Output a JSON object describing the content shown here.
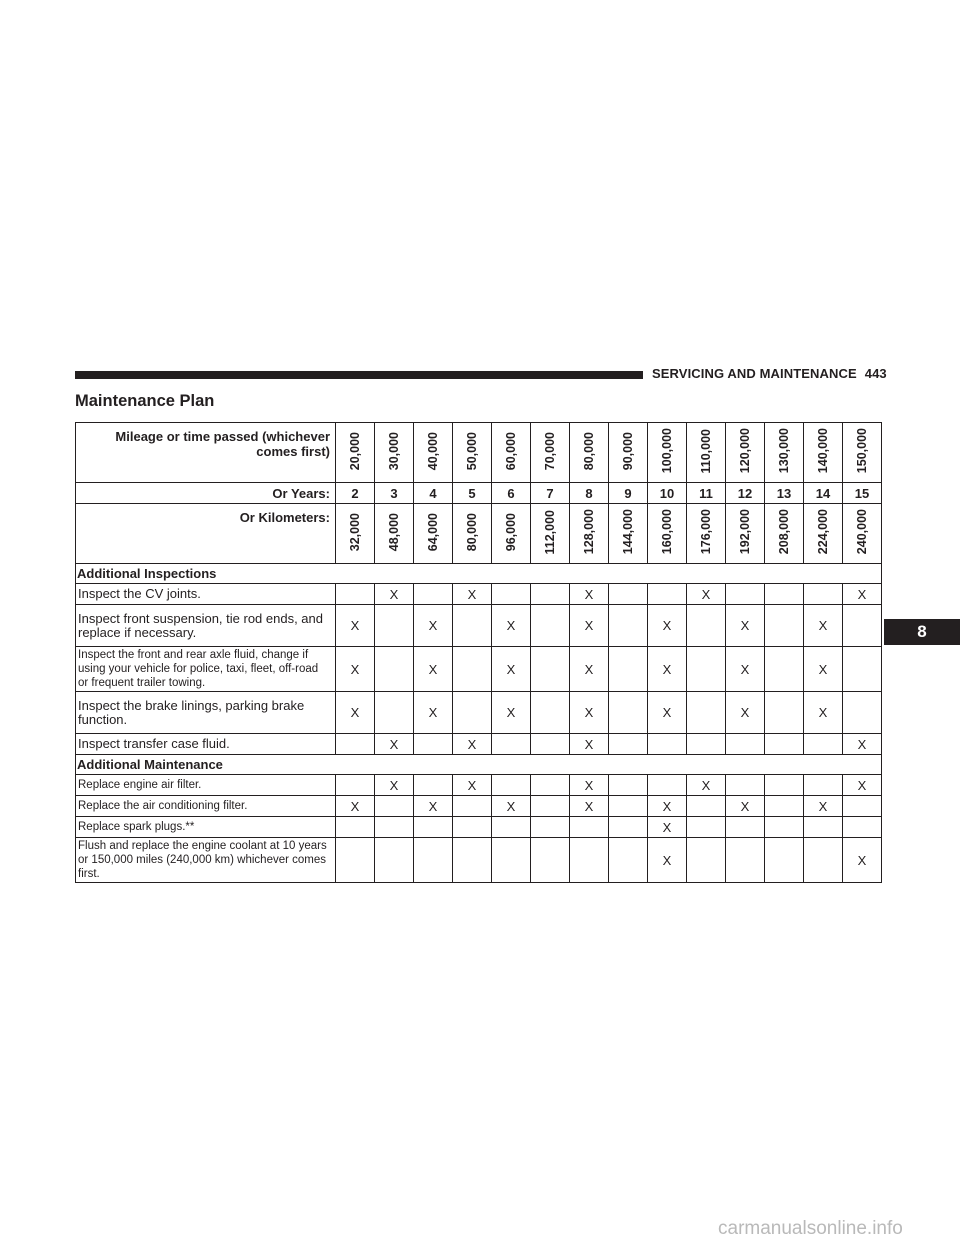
{
  "header": {
    "section": "SERVICING AND MAINTENANCE",
    "page_number": "443"
  },
  "title": "Maintenance Plan",
  "table": {
    "mileage_label": "Mileage or time passed (whichever comes first)",
    "mileage_label_line1": "Mileage or time passed (whichever",
    "mileage_label_line2": "comes first)",
    "miles": [
      "20,000",
      "30,000",
      "40,000",
      "50,000",
      "60,000",
      "70,000",
      "80,000",
      "90,000",
      "100,000",
      "110,000",
      "120,000",
      "130,000",
      "140,000",
      "150,000"
    ],
    "years_label": "Or Years:",
    "years": [
      "2",
      "3",
      "4",
      "5",
      "6",
      "7",
      "8",
      "9",
      "10",
      "11",
      "12",
      "13",
      "14",
      "15"
    ],
    "km_label": "Or Kilometers:",
    "kilometers": [
      "32,000",
      "48,000",
      "64,000",
      "80,000",
      "96,000",
      "112,000",
      "128,000",
      "144,000",
      "160,000",
      "176,000",
      "192,000",
      "208,000",
      "224,000",
      "240,000"
    ],
    "sections": [
      {
        "title": "Additional Inspections",
        "rows": [
          {
            "label": "Inspect the CV joints.",
            "size": "h1",
            "small": false,
            "marks": [
              "",
              "X",
              "",
              "X",
              "",
              "",
              "X",
              "",
              "",
              "X",
              "",
              "",
              "",
              "X"
            ]
          },
          {
            "label": "Inspect front suspension, tie rod ends, and replace if necessary.",
            "size": "h2",
            "small": false,
            "marks": [
              "X",
              "",
              "X",
              "",
              "X",
              "",
              "X",
              "",
              "X",
              "",
              "X",
              "",
              "X",
              ""
            ]
          },
          {
            "label": "Inspect the front and rear axle fluid, change if using your vehicle for police, taxi, fleet, off-road or frequent trailer towing.",
            "size": "h3",
            "small": true,
            "marks": [
              "X",
              "",
              "X",
              "",
              "X",
              "",
              "X",
              "",
              "X",
              "",
              "X",
              "",
              "X",
              ""
            ]
          },
          {
            "label": "Inspect the brake linings, parking brake function.",
            "size": "h2",
            "small": false,
            "marks": [
              "X",
              "",
              "X",
              "",
              "X",
              "",
              "X",
              "",
              "X",
              "",
              "X",
              "",
              "X",
              ""
            ]
          },
          {
            "label": "Inspect transfer case fluid.",
            "size": "h1",
            "small": false,
            "marks": [
              "",
              "X",
              "",
              "X",
              "",
              "",
              "X",
              "",
              "",
              "",
              "",
              "",
              "",
              "X"
            ]
          }
        ]
      },
      {
        "title": "Additional Maintenance",
        "rows": [
          {
            "label": "Replace engine air filter.",
            "size": "h1",
            "small": true,
            "marks": [
              "",
              "X",
              "",
              "X",
              "",
              "",
              "X",
              "",
              "",
              "X",
              "",
              "",
              "",
              "X"
            ]
          },
          {
            "label": "Replace the air conditioning filter.",
            "size": "h1",
            "small": true,
            "marks": [
              "X",
              "",
              "X",
              "",
              "X",
              "",
              "X",
              "",
              "X",
              "",
              "X",
              "",
              "X",
              ""
            ]
          },
          {
            "label": "Replace spark plugs.**",
            "size": "h1",
            "small": true,
            "marks": [
              "",
              "",
              "",
              "",
              "",
              "",
              "",
              "",
              "X",
              "",
              "",
              "",
              "",
              ""
            ]
          },
          {
            "label": "Flush and replace the engine coolant at 10 years or 150,000 miles (240,000 km) whichever comes first.",
            "size": "h3",
            "small": true,
            "marks": [
              "",
              "",
              "",
              "",
              "",
              "",
              "",
              "",
              "X",
              "",
              "",
              "",
              "",
              "X"
            ]
          }
        ]
      }
    ]
  },
  "chapter_tab": "8",
  "watermark": "carmanualsonline.info"
}
